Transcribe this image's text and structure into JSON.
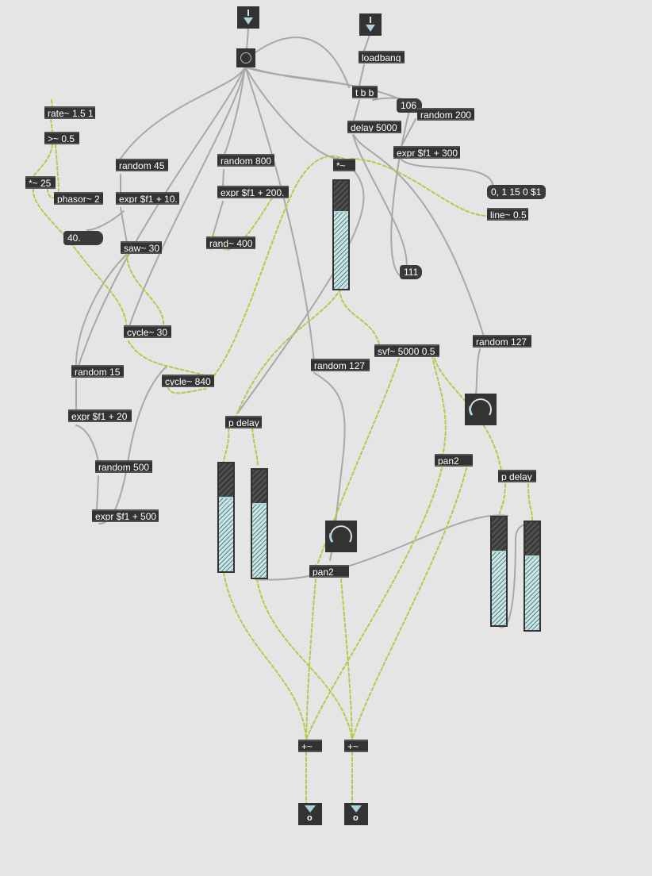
{
  "patch": {
    "inlets": [
      {
        "name": "left-inlet",
        "glyph": "I"
      },
      {
        "name": "right-inlet",
        "glyph": "I"
      }
    ],
    "outlets": [
      {
        "name": "left-outlet",
        "glyph": "o"
      },
      {
        "name": "right-outlet",
        "glyph": "o"
      }
    ],
    "objects": {
      "loadbang": "loadbang",
      "tbb": "t b b",
      "random200": "random 200",
      "delay5000": "delay 5000",
      "expr300": "expr $f1 + 300",
      "line05": "line~ 0.5",
      "rate": "rate~ 1.5 1",
      "gt05": ">~ 0.5",
      "times25": "*~ 25",
      "phasor2": "phasor~ 2",
      "random45": "random 45",
      "expr10": "expr $f1 + 10.",
      "saw30": "saw~ 30",
      "random800": "random 800",
      "expr200": "expr $f1 + 200.",
      "rand400": "rand~ 400",
      "times": "*~",
      "cycle30": "cycle~ 30",
      "cycle840": "cycle~ 840",
      "random15": "random 15",
      "expr20": "expr $f1 + 20",
      "random500": "random 500",
      "expr500": "expr $f1 + 500",
      "random127a": "random 127",
      "svf": "svf~ 5000 0.5",
      "random127b": "random 127",
      "pdelay1": "p delay",
      "pan2a": "pan2",
      "pdelay2": "p delay",
      "pan2b": "pan2",
      "plus1": "+~",
      "plus2": "+~"
    },
    "messages": {
      "ramp": "0, 1 15 0 $1"
    },
    "numbers": {
      "n106": "106",
      "n40": "40.",
      "n111": "111"
    },
    "meters": [
      {
        "name": "meter-gain",
        "level": 0.72
      },
      {
        "name": "meter-delay-left-a",
        "level": 0.66
      },
      {
        "name": "meter-delay-left-b",
        "level": 0.67
      },
      {
        "name": "meter-delay-right-a",
        "level": 0.66
      },
      {
        "name": "meter-delay-right-b",
        "level": 0.66
      }
    ],
    "colors": {
      "background": "#e5e5e5",
      "object": "#333333",
      "signal_cord": "#b8c84a",
      "control_cord": "#a8a8a8",
      "meter_fill": "#c9e6e6"
    }
  }
}
